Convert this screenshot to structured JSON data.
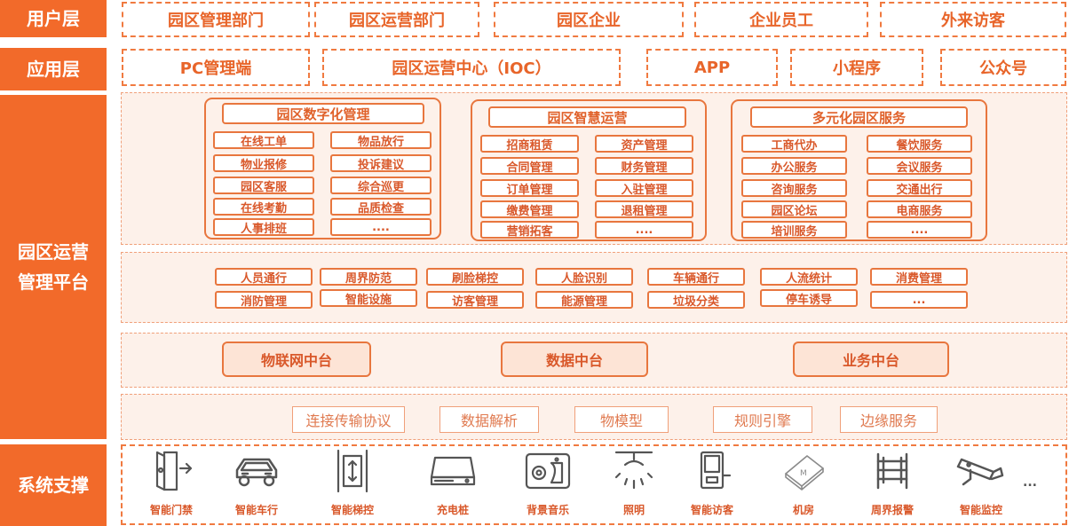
{
  "layers": {
    "user": "用户层",
    "app": "应用层",
    "platform_line1": "园区运营",
    "platform_line2": "管理平台",
    "support": "系统支撑"
  },
  "users": [
    "园区管理部门",
    "园区运营部门",
    "园区企业",
    "企业员工",
    "外来访客"
  ],
  "apps": [
    "PC管理端",
    "园区运营中心（IOC）",
    "APP",
    "小程序",
    "公众号"
  ],
  "modules": [
    {
      "title": "园区数字化管理",
      "items": [
        "在线工单",
        "物品放行",
        "物业报修",
        "投诉建议",
        "园区客服",
        "综合巡更",
        "在线考勤",
        "品质检查",
        "人事排班",
        "...."
      ]
    },
    {
      "title": "园区智慧运营",
      "items": [
        "招商租赁",
        "资产管理",
        "合同管理",
        "财务管理",
        "订单管理",
        "入驻管理",
        "缴费管理",
        "退租管理",
        "营销拓客",
        "...."
      ]
    },
    {
      "title": "多元化园区服务",
      "items": [
        "工商代办",
        "餐饮服务",
        "办公服务",
        "会议服务",
        "咨询服务",
        "交通出行",
        "园区论坛",
        "电商服务",
        "培训服务",
        "...."
      ]
    }
  ],
  "smart_row1": [
    "人员通行",
    "周界防范",
    "刷脸梯控",
    "人脸识别",
    "车辆通行",
    "人流统计",
    "消费管理"
  ],
  "smart_row2": [
    "消防管理",
    "智能设施",
    "访客管理",
    "能源管理",
    "垃圾分类",
    "停车诱导",
    "..."
  ],
  "middle_platforms": [
    "物联网中台",
    "数据中台",
    "业务中台"
  ],
  "protocols": [
    "连接传输协议",
    "数据解析",
    "物模型",
    "规则引擎",
    "边缘服务"
  ],
  "devices": [
    {
      "label": "智能门禁",
      "icon": "door-access-icon"
    },
    {
      "label": "智能车行",
      "icon": "car-icon"
    },
    {
      "label": "智能梯控",
      "icon": "elevator-icon"
    },
    {
      "label": "充电桩",
      "icon": "charging-pile-icon"
    },
    {
      "label": "背景音乐",
      "icon": "speaker-icon"
    },
    {
      "label": "照明",
      "icon": "lamp-icon"
    },
    {
      "label": "智能访客",
      "icon": "visitor-terminal-icon"
    },
    {
      "label": "机房",
      "icon": "server-room-icon"
    },
    {
      "label": "周界报警",
      "icon": "perimeter-alarm-icon"
    },
    {
      "label": "智能监控",
      "icon": "camera-icon"
    }
  ],
  "devices_more": "...",
  "colors": {
    "accent": "#f26a2a",
    "text": "#d9582a",
    "panel": "#fdf1ea",
    "icon": "#555555"
  }
}
